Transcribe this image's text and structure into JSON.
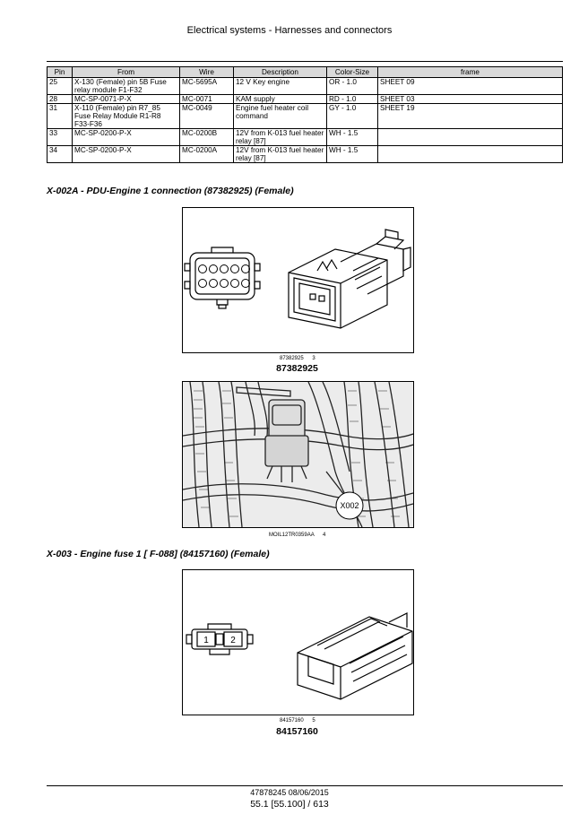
{
  "header": {
    "title": "Electrical systems - Harnesses and connectors"
  },
  "table": {
    "headers": {
      "pin": "Pin",
      "from": "From",
      "wire": "Wire",
      "description": "Description",
      "color_size": "Color-Size",
      "frame": "frame"
    },
    "rows": [
      {
        "pin": "25",
        "from": "X-130 (Female) pin 5B Fuse relay module F1-F32",
        "wire": "MC-5695A",
        "description": "12 V Key engine",
        "color_size": "OR - 1.0",
        "frame": "SHEET 09"
      },
      {
        "pin": "28",
        "from": "MC-SP-0071-P-X",
        "wire": "MC-0071",
        "description": "KAM supply",
        "color_size": "RD - 1.0",
        "frame": "SHEET 03"
      },
      {
        "pin": "31",
        "from": "X-110 (Female) pin R7_85 Fuse Relay Module R1-R8 F33-F36",
        "wire": "MC-0049",
        "description": "Engine fuel heater coil command",
        "color_size": "GY - 1.0",
        "frame": "SHEET 19"
      },
      {
        "pin": "33",
        "from": "MC-SP-0200-P-X",
        "wire": "MC-0200B",
        "description": "12V from K-013 fuel heater relay [87]",
        "color_size": "WH - 1.5",
        "frame": ""
      },
      {
        "pin": "34",
        "from": "MC-SP-0200-P-X",
        "wire": "MC-0200A",
        "description": "12V from K-013 fuel heater relay [87]",
        "color_size": "WH - 1.5",
        "frame": ""
      }
    ]
  },
  "section1": {
    "title": "X-002A - PDU-Engine 1 connection (87382925) (Female)",
    "figure1": {
      "small_caption": "87382925",
      "figure_number": "3",
      "big_caption": "87382925"
    },
    "figure2": {
      "callout": "X002",
      "small_caption": "MOIL12TR0359AA",
      "figure_number": "4"
    }
  },
  "section2": {
    "title": "X-003 - Engine fuse 1 [ F-088] (84157160) (Female)",
    "figure": {
      "pin_labels": [
        "1",
        "2"
      ],
      "small_caption": "84157160",
      "figure_number": "5",
      "big_caption": "84157160"
    }
  },
  "footer": {
    "doc_ref": "47878245 08/06/2015",
    "page_ref": "55.1 [55.100] / 613"
  }
}
